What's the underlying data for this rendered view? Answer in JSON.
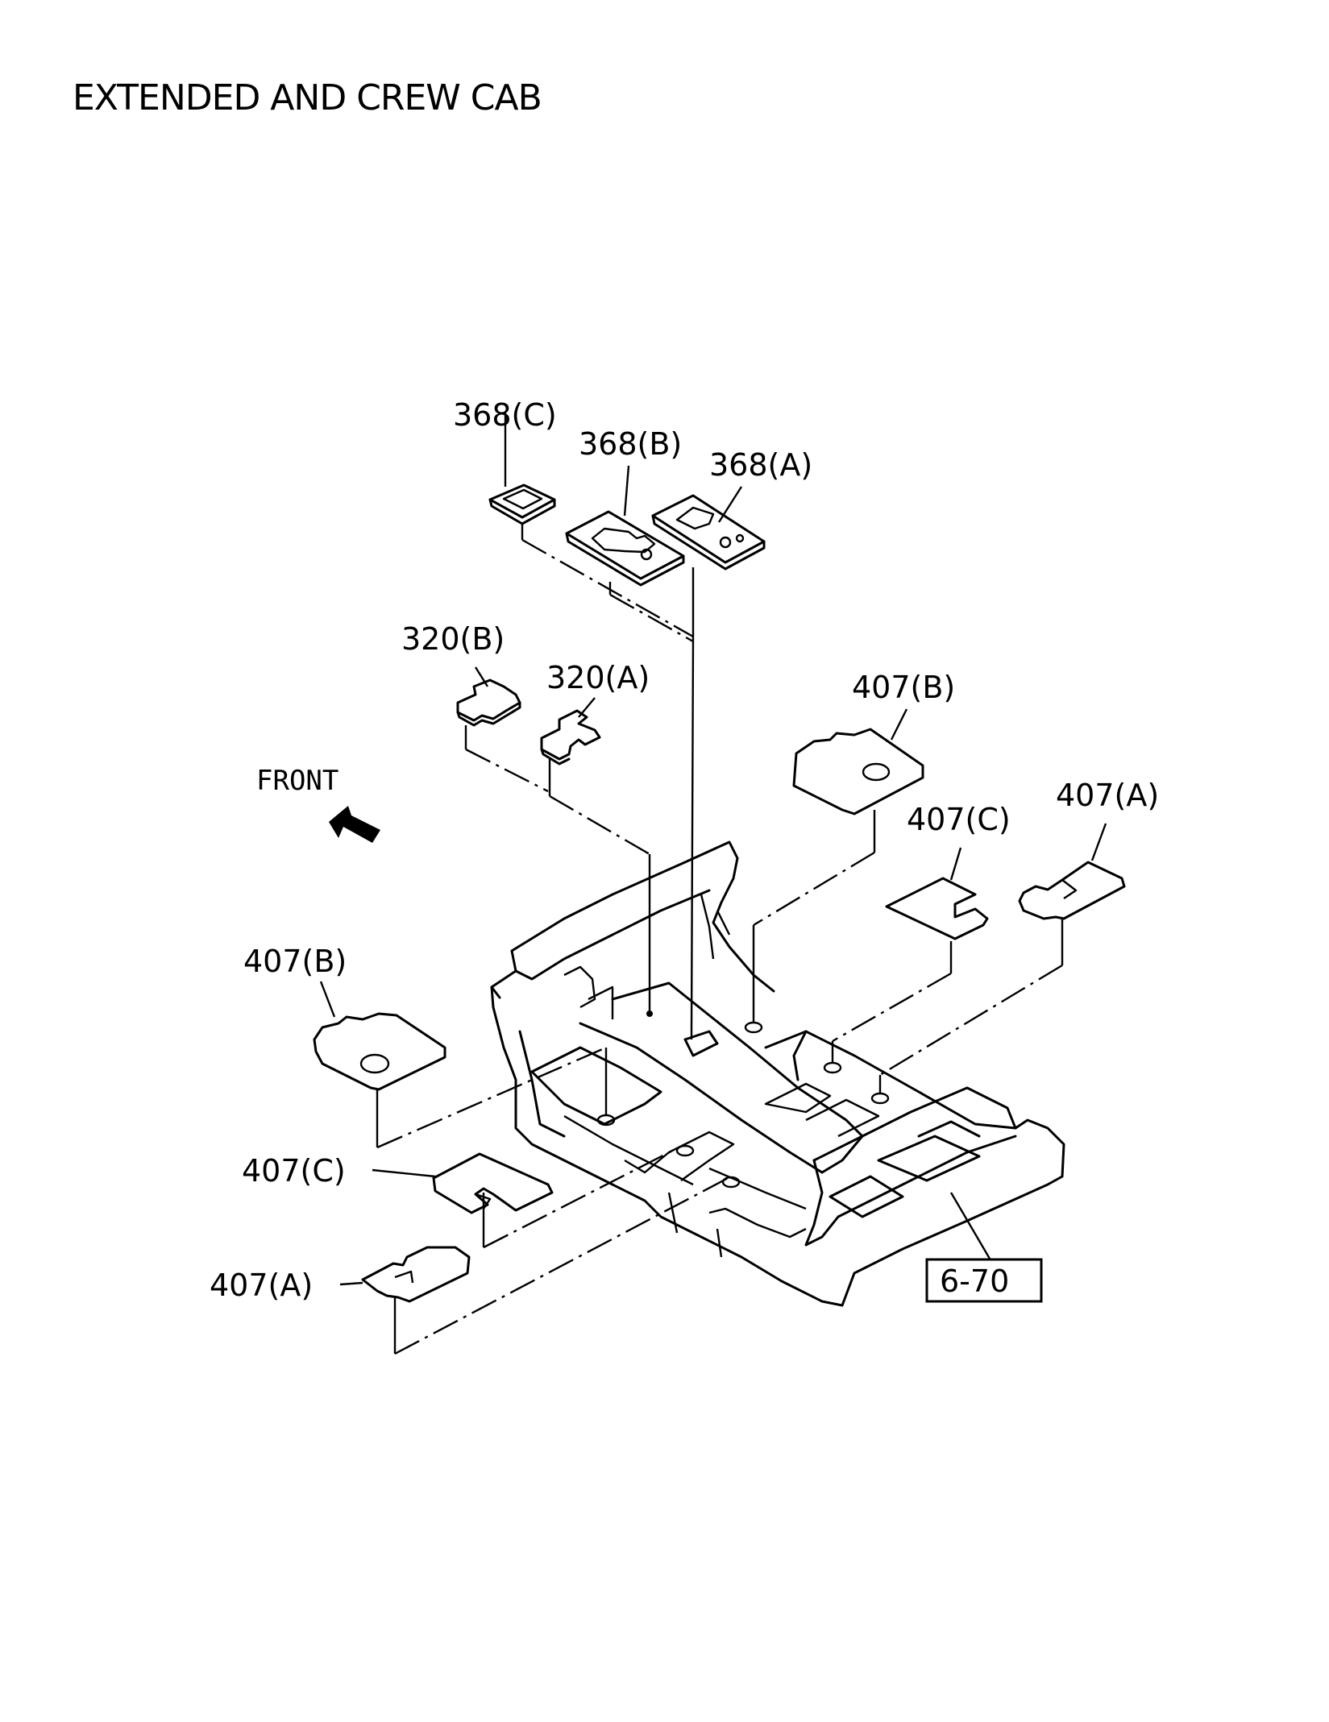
{
  "title": "EXTENDED AND CREW CAB",
  "direction_label": "FRONT",
  "reference_box": "6-70",
  "callouts": {
    "c368C": "368(C)",
    "c368B": "368(B)",
    "c368A": "368(A)",
    "c320B": "320(B)",
    "c320A": "320(A)",
    "c407B_right": "407(B)",
    "c407C_right": "407(C)",
    "c407A_right": "407(A)",
    "c407B_left": "407(B)",
    "c407C_left": "407(C)",
    "c407A_left": "407(A)"
  }
}
